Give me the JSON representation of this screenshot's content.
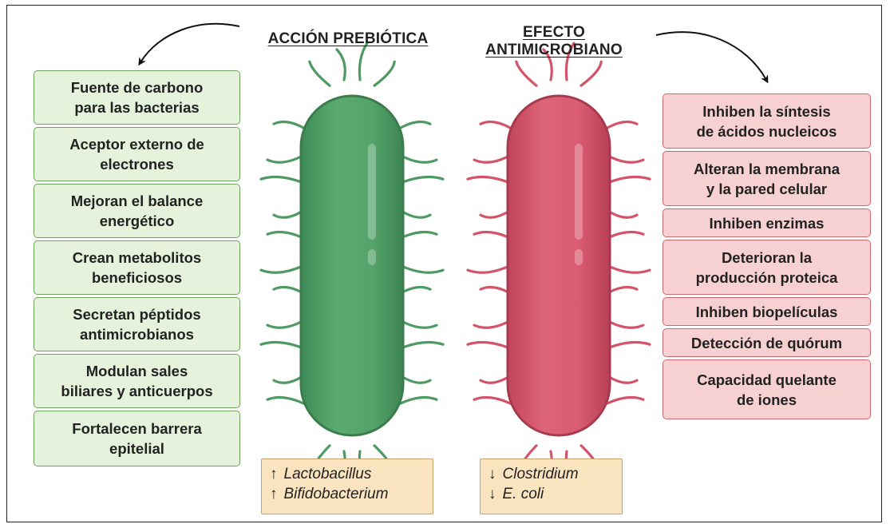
{
  "titles": {
    "prebiotic": "ACCIÓN PREBIÓTICA",
    "antimicrobial": "EFECTO ANTIMICROBIANO"
  },
  "prebiotic_effects": [
    "Fuente de carbono\npara las bacterias",
    "Aceptor externo de\nelectrones",
    "Mejoran el balance\nenergético",
    "Crean metabolitos\nbeneficiosos",
    "Secretan péptidos\nantimicrobianos",
    "Modulan sales\nbiliares y anticuerpos",
    "Fortalecen barrera\nepitelial"
  ],
  "antimicrobial_effects": [
    "Inhiben la síntesis\nde ácidos nucleicos",
    "Alteran la membrana\ny la pared celular",
    "Inhiben enzimas",
    "Deterioran la\nproducción proteica",
    "Inhiben biopelículas",
    "Detección de quórum",
    "Capacidad quelante\nde iones"
  ],
  "beneficial_bacteria": {
    "arrow": "↑",
    "items": [
      "Lactobacillus",
      "Bifidobacterium"
    ]
  },
  "harmful_bacteria": {
    "arrow": "↓",
    "items": [
      "Clostridium",
      "E. coli"
    ]
  },
  "colors": {
    "green_box_bg": "#e5f3dd",
    "green_box_border": "#6fa35d",
    "red_box_bg": "#f7d1d1",
    "red_box_border": "#c86a70",
    "genus_bg": "#fae3bf",
    "green_bacterium": "#4f9a63",
    "red_bacterium": "#d35468"
  },
  "icons": [
    "curved-arrow-left-icon",
    "curved-arrow-right-icon",
    "green-bacterium-icon",
    "red-bacterium-icon"
  ]
}
